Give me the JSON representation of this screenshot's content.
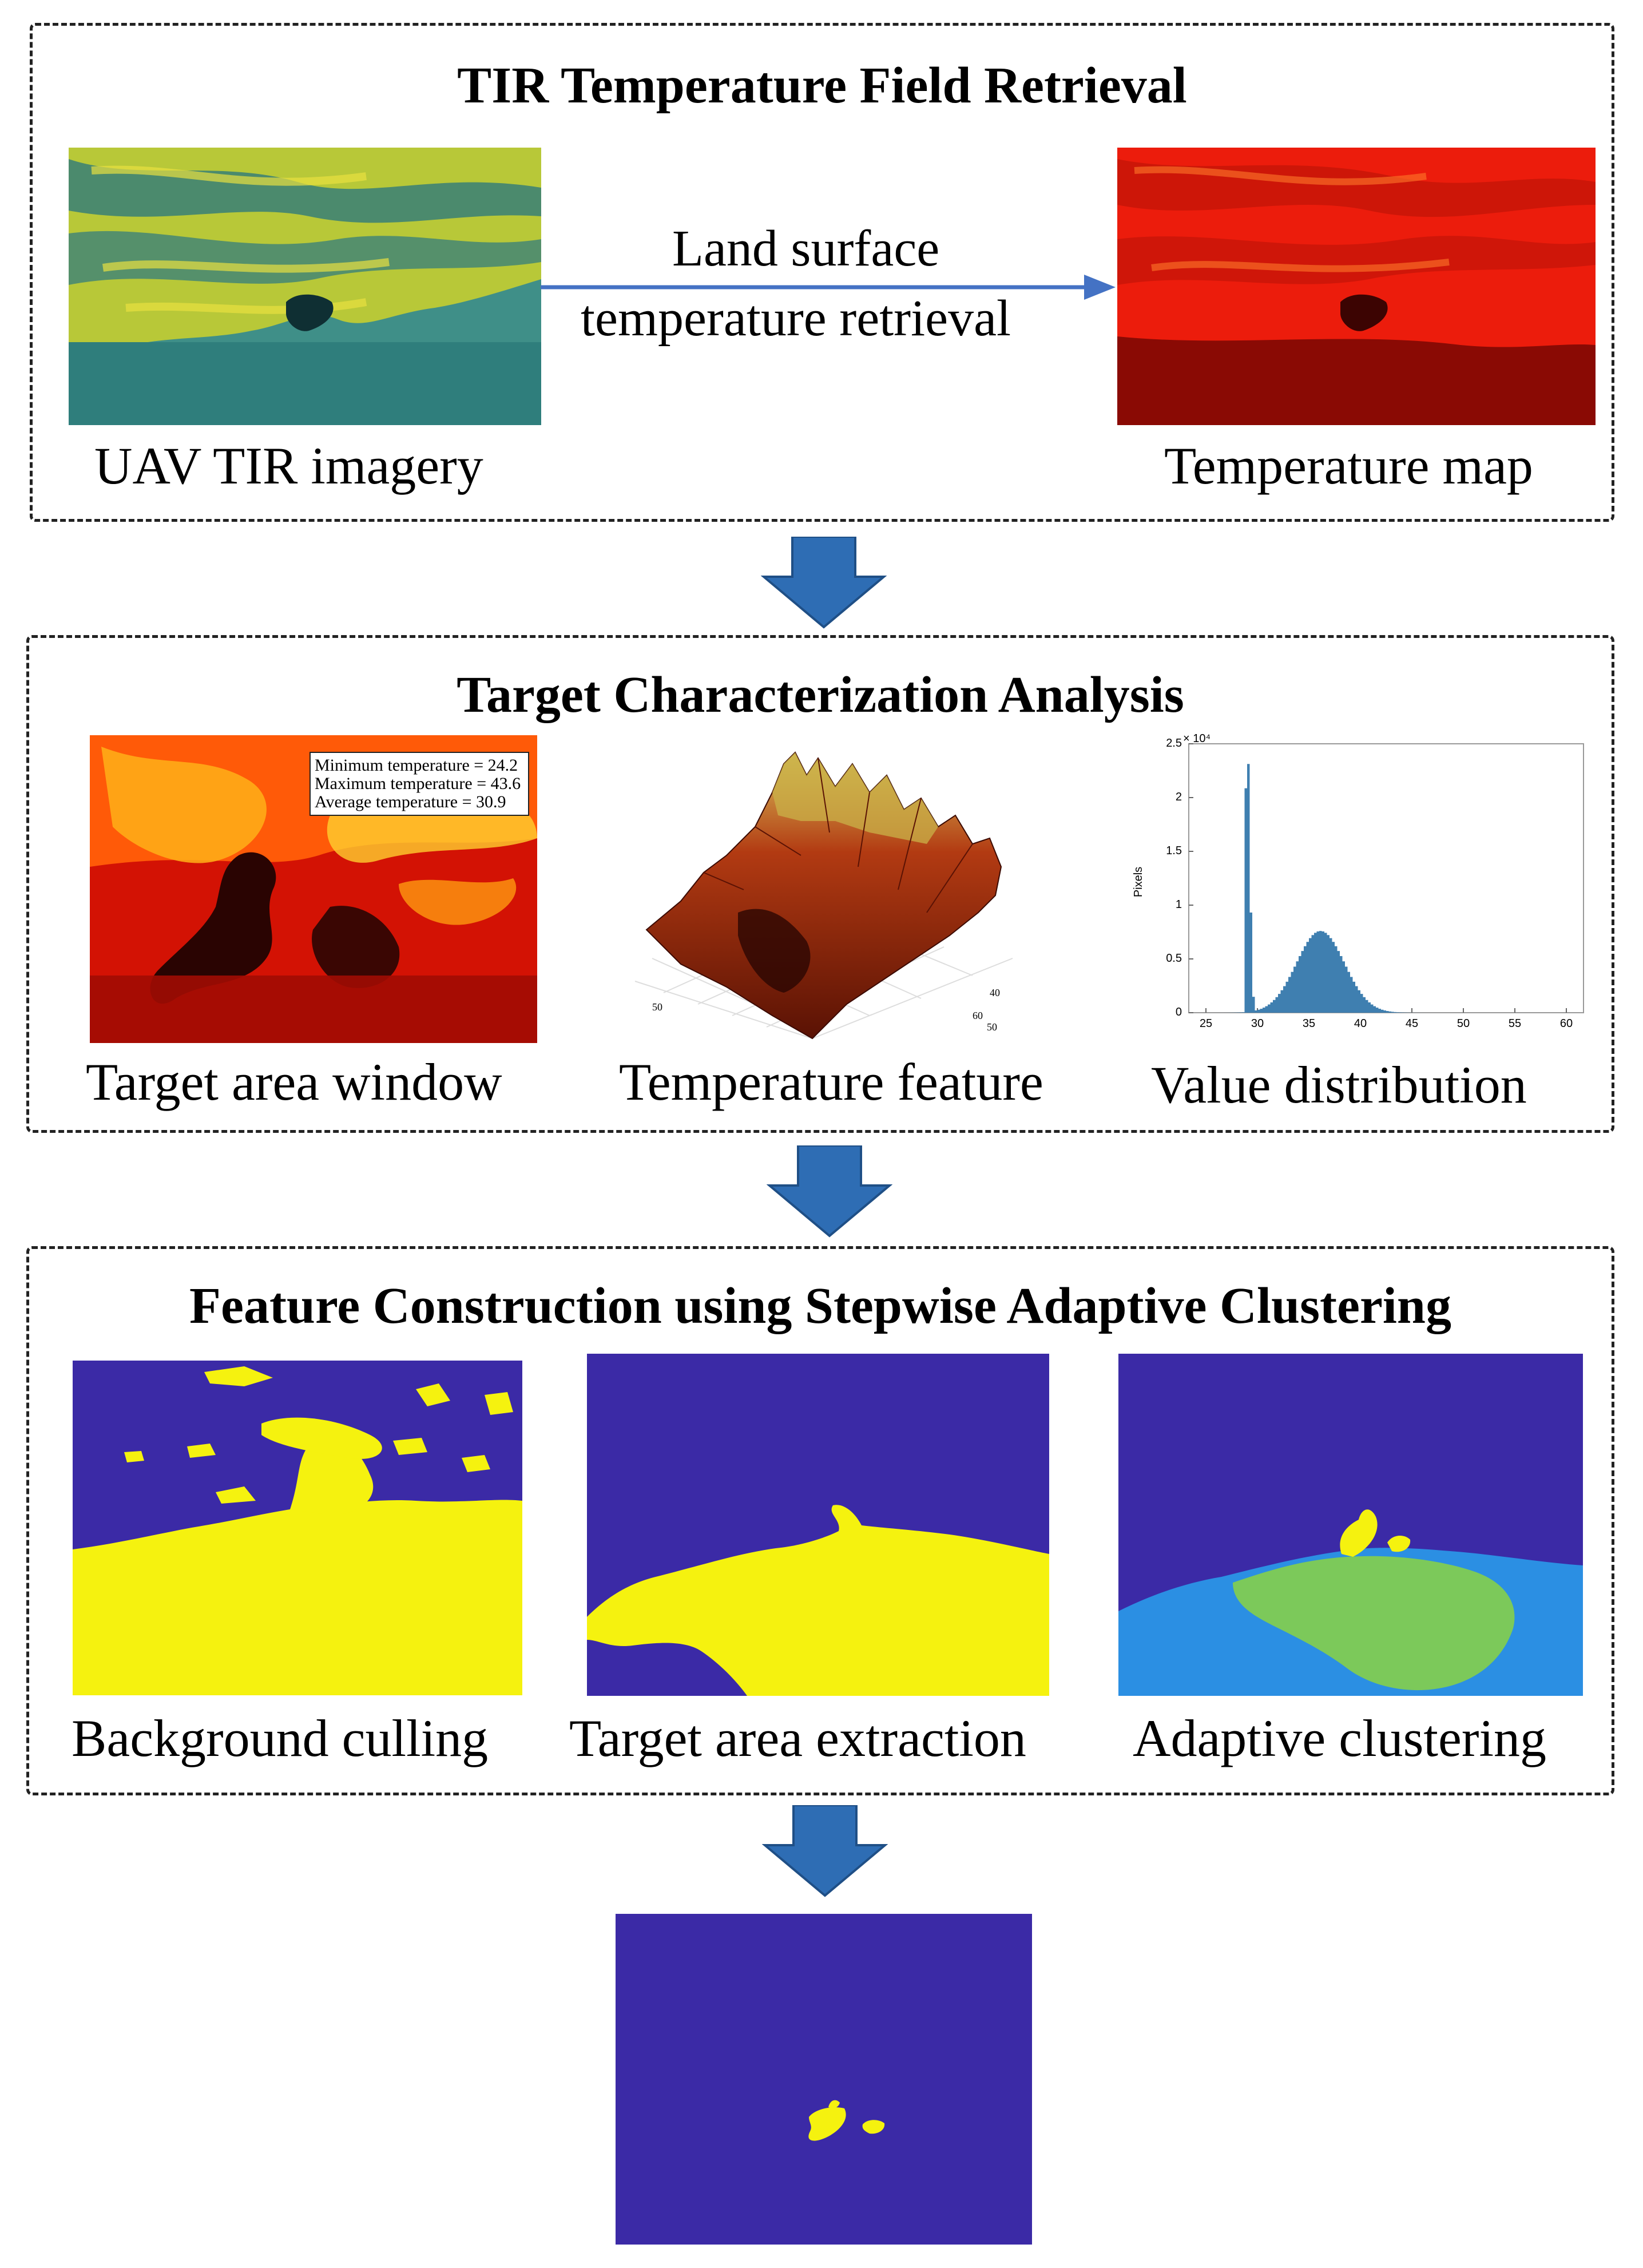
{
  "panel1": {
    "title": "TIR Temperature Field Retrieval",
    "input_caption": "UAV TIR imagery",
    "arrow_label_line1": "Land surface",
    "arrow_label_line2": "temperature retrieval",
    "output_caption": "Temperature map"
  },
  "panel2": {
    "title": "Target Characterization Analysis",
    "stats": {
      "min": "Minimum temperature  = 24.2",
      "max": "Maximum temperature = 43.6",
      "avg": "Average temperature = 30.9"
    },
    "caption_window": "Target area window",
    "caption_feature": "Temperature feature",
    "caption_distribution": "Value distribution",
    "surface_ticks": [
      "50",
      "60",
      "40",
      "50"
    ],
    "histogram": {
      "ylabel": "Pixels",
      "y_exponent": "× 10⁴",
      "y_ticks": [
        "2.5",
        "2",
        "1.5",
        "1",
        "0.5",
        "0"
      ],
      "x_ticks": [
        "25",
        "30",
        "35",
        "40",
        "45",
        "50",
        "55",
        "60"
      ]
    }
  },
  "panel3": {
    "title": "Feature Construction using Stepwise Adaptive Clustering",
    "caption_background": "Background culling",
    "caption_extraction": "Target area extraction",
    "caption_clustering": "Adaptive clustering"
  },
  "colors": {
    "flow_arrow": "#2E6DB4",
    "retrieval_arrow": "#4472C4",
    "cluster_bg": "#3B2AA6",
    "cluster_yellow": "#F5F20F",
    "cluster_green": "#7CC95A",
    "cluster_blue": "#2B8FE3",
    "histogram_bar": "#3F7FB0"
  }
}
